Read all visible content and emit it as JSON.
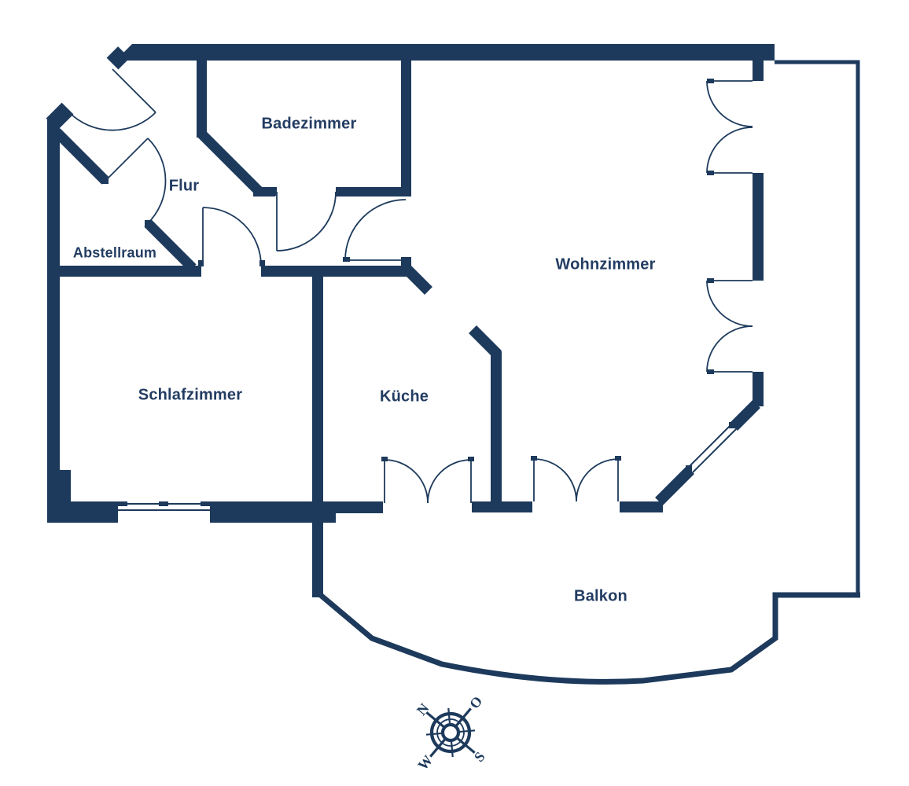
{
  "rooms": {
    "badezimmer": "Badezimmer",
    "flur": "Flur",
    "abstellraum": "Abstellraum",
    "schlafzimmer": "Schlafzimmer",
    "kueche": "Küche",
    "wohnzimmer": "Wohnzimmer",
    "balkon": "Balkon"
  },
  "compass": {
    "north": "N",
    "east": "O",
    "south": "S",
    "west": "W"
  },
  "colors": {
    "wall": "#1d3a5c",
    "text": "#233c62",
    "background": "#ffffff"
  }
}
